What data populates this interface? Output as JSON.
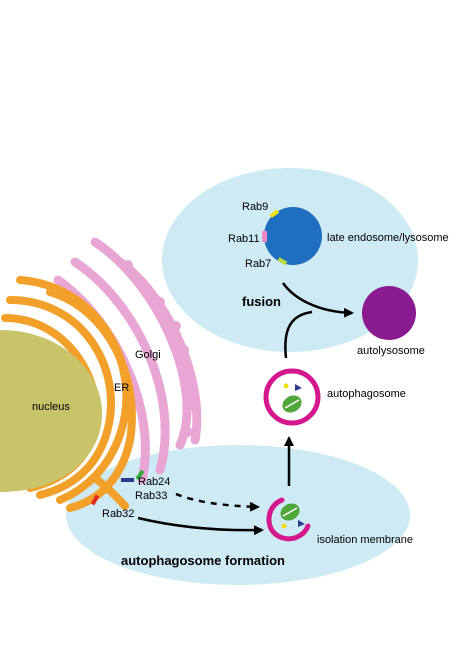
{
  "labels": {
    "rab9": "Rab9",
    "rab11": "Rab11",
    "rab7": "Rab7",
    "late_endosome": "late endosome/lysosome",
    "fusion": "fusion",
    "autolysosome": "autolysosome",
    "golgi": "Golgi",
    "er": "ER",
    "nucleus": "nucleus",
    "autophagosome": "autophagosome",
    "rab24": "Rab24",
    "rab33": "Rab33",
    "rab32": "Rab32",
    "isolation_membrane": "isolation membrane",
    "autophagosome_formation": "autophagosome formation"
  },
  "colors": {
    "bubble": "#cdeaf5",
    "nucleus": "#c9c46a",
    "er": "#f2a02a",
    "golgi": "#e9a6d4",
    "lysosome": "#1e6fc0",
    "autolysosome": "#8a1a8f",
    "membrane": "#d4178c",
    "mitochondrion": "#4fa73a",
    "rab9": "#f0e010",
    "rab11": "#ee88c4",
    "rab7": "#b6dc3a",
    "rab24": "#32a838",
    "rab33": "#2c3a8c",
    "rab32": "#e0281e"
  }
}
